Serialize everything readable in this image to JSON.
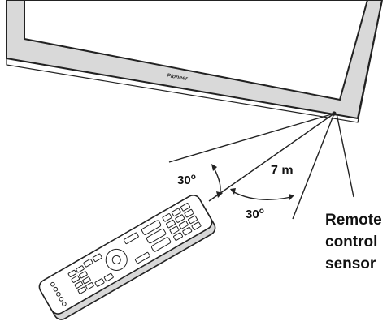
{
  "brand_logo": "Pioneer",
  "labels": {
    "angle_upper": {
      "value": "30",
      "unit": "o"
    },
    "angle_lower": {
      "value": "30",
      "unit": "o"
    },
    "distance": "7 m",
    "sensor_line1": "Remote",
    "sensor_line2": "control",
    "sensor_line3": "sensor"
  },
  "colors": {
    "line": "#222222",
    "tv_frame": "#d9d9d9",
    "remote_body": "#dcdcdc"
  }
}
